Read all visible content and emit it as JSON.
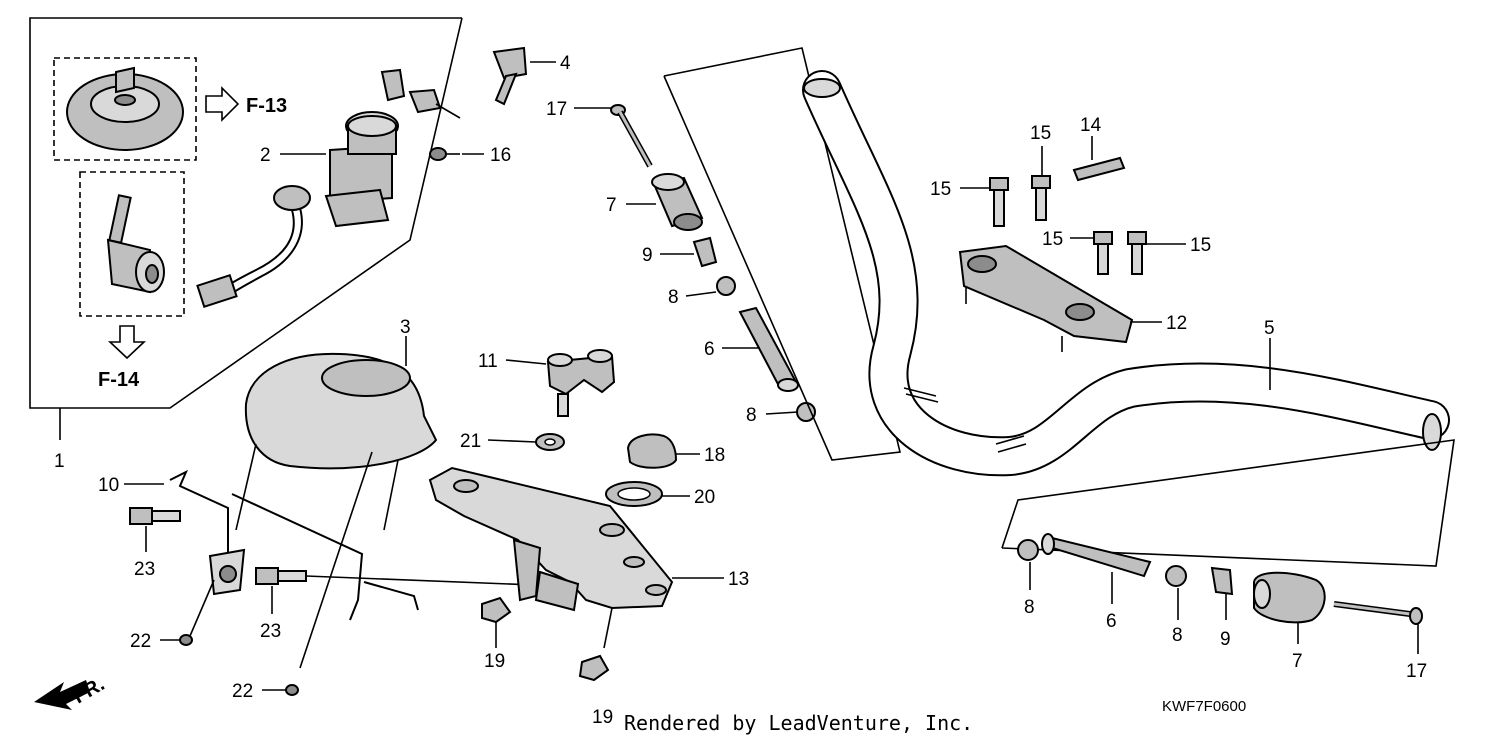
{
  "diagram": {
    "ref_labels": {
      "f13": "F-13",
      "f14": "F-14"
    },
    "front_label": "FR.",
    "drawing_code": "KWF7F0600",
    "credit": "Rendered by LeadVenture, Inc.",
    "callouts": [
      "1",
      "2",
      "3",
      "4",
      "5",
      "6",
      "6",
      "7",
      "7",
      "8",
      "8",
      "8",
      "8",
      "9",
      "9",
      "10",
      "11",
      "12",
      "13",
      "14",
      "15",
      "15",
      "15",
      "15",
      "16",
      "17",
      "17",
      "18",
      "19",
      "19",
      "20",
      "21",
      "22",
      "22",
      "23",
      "23"
    ]
  }
}
